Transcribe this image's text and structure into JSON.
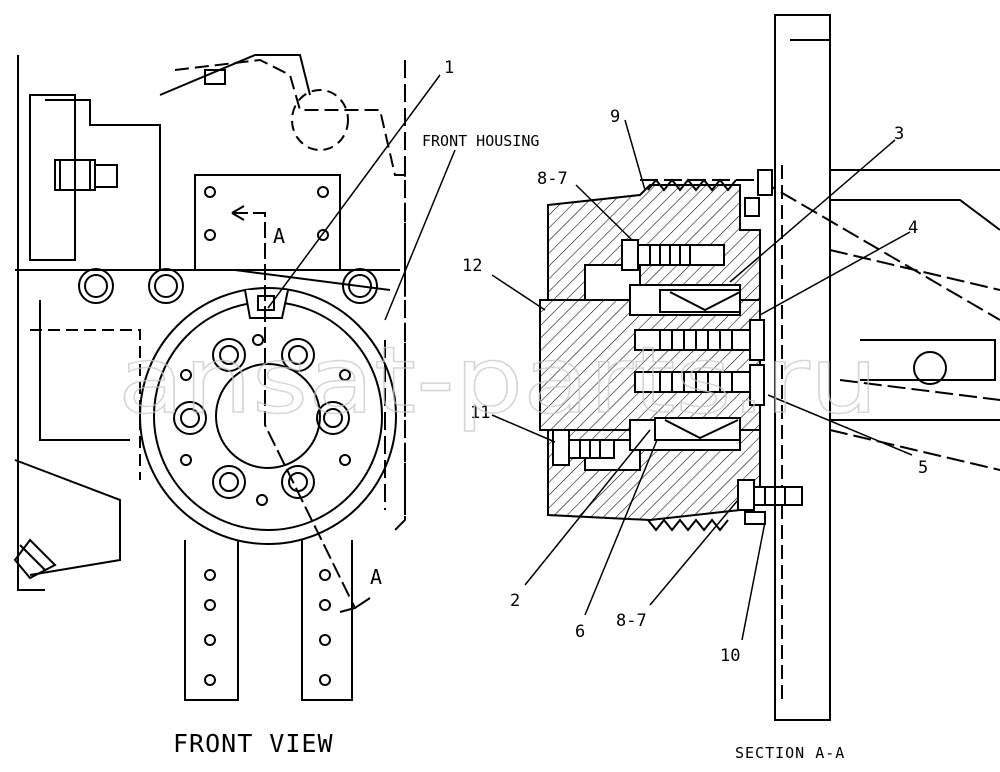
{
  "labels": {
    "front_housing": "FRONT HOUSING",
    "front_view": "FRONT VIEW",
    "section_aa": "SECTION A-A",
    "section_a_top": "A",
    "section_a_bottom": "A"
  },
  "callouts": [
    "1",
    "9",
    "3",
    "8-7",
    "4",
    "12",
    "11",
    "5",
    "2",
    "6",
    "8-7",
    "10"
  ],
  "watermark": "ansat-parts.ru"
}
